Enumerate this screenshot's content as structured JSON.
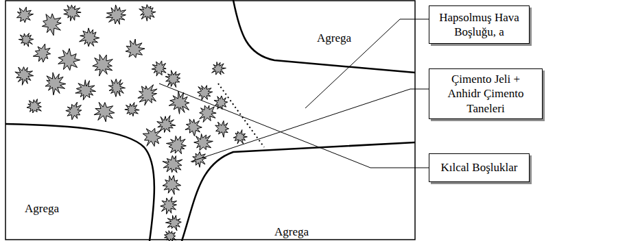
{
  "diagram": {
    "nodes": [
      {
        "text": [
          "Agrega"
        ]
      },
      {
        "text": [
          "Hapsolmuş Hava Boşluğu, a"
        ]
      },
      {
        "text": [
          "Çimento Jeli + Anhidr Çimento Taneleri"
        ]
      },
      {
        "text": [
          "Agrega"
        ]
      },
      {
        "text": [
          "Agrega"
        ]
      },
      {
        "text": [
          "Kılcal Boşluklar"
        ]
      }
    ]
  }
}
